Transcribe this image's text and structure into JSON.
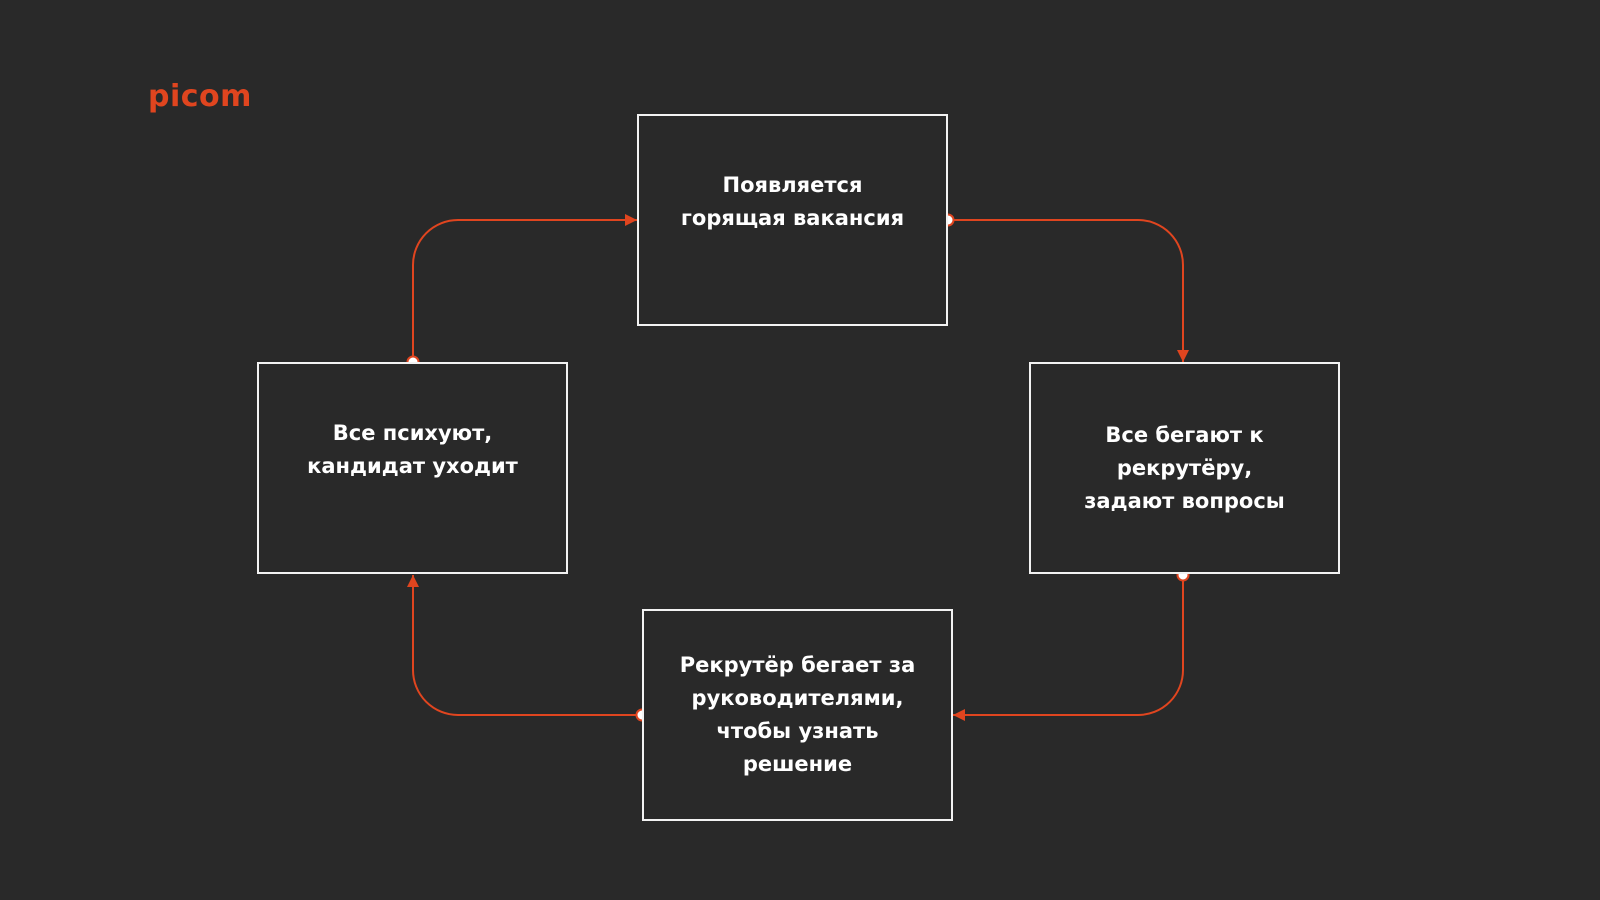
{
  "brand": {
    "logo_text": "picom",
    "accent_color": "#e0451f"
  },
  "colors": {
    "background": "#292929",
    "box_border": "#f2f2f2",
    "text": "#ffffff",
    "connector": "#e0451f"
  },
  "diagram": {
    "type": "cycle",
    "nodes": [
      {
        "id": "1",
        "label": "Появляется горящая вакансия"
      },
      {
        "id": "2",
        "label": "Все бегают к рекрутёру, задают вопросы"
      },
      {
        "id": "3",
        "label": "Рекрутёр бегает за руководителями, чтобы узнать решение"
      },
      {
        "id": "4",
        "label": "Все психуют, кандидат уходит"
      }
    ],
    "edges": [
      {
        "from": "1",
        "to": "2"
      },
      {
        "from": "2",
        "to": "3"
      },
      {
        "from": "3",
        "to": "4"
      },
      {
        "from": "4",
        "to": "1"
      }
    ]
  }
}
